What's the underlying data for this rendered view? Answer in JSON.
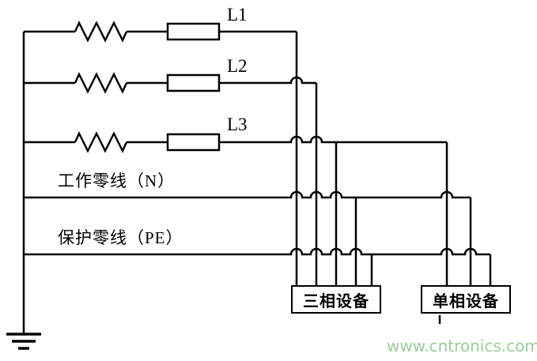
{
  "diagram": {
    "phase_labels": {
      "l1": "L1",
      "l2": "L2",
      "l3": "L3"
    },
    "neutral_label": "工作零线（N）",
    "protective_label": "保护零线（PE）",
    "equipment": {
      "three_phase": "三相设备",
      "single_phase": "单相设备"
    },
    "watermark": "www.cntronics.com",
    "colors": {
      "line": "#000000",
      "background": "#ffffff",
      "watermark": "#9bcd9b"
    }
  }
}
